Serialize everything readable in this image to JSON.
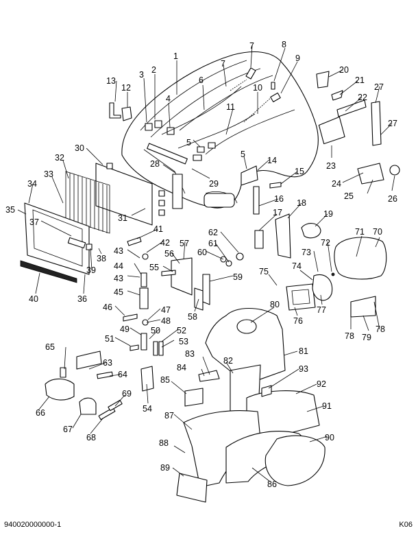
{
  "diagram": {
    "callouts": [
      "1",
      "2",
      "3",
      "4",
      "5",
      "5",
      "6",
      "7",
      "7",
      "8",
      "9",
      "10",
      "11",
      "12",
      "13",
      "14",
      "15",
      "16",
      "17",
      "18",
      "19",
      "20",
      "21",
      "22",
      "23",
      "24",
      "25",
      "26",
      "27",
      "27",
      "28",
      "29",
      "30",
      "31",
      "32",
      "33",
      "34",
      "35",
      "36",
      "37",
      "38",
      "39",
      "40",
      "41",
      "42",
      "43",
      "43",
      "44",
      "45",
      "46",
      "47",
      "48",
      "49",
      "50",
      "51",
      "52",
      "53",
      "54",
      "55",
      "56",
      "57",
      "58",
      "59",
      "60",
      "61",
      "62",
      "63",
      "64",
      "65",
      "66",
      "67",
      "68",
      "69",
      "70",
      "71",
      "72",
      "73",
      "74",
      "75",
      "76",
      "77",
      "78",
      "78",
      "79",
      "80",
      "81",
      "82",
      "83",
      "84",
      "85",
      "86",
      "87",
      "88",
      "89",
      "90",
      "91",
      "92",
      "93"
    ]
  },
  "footer": {
    "document_number": "940020000000-1",
    "sheet_code": "K06"
  }
}
